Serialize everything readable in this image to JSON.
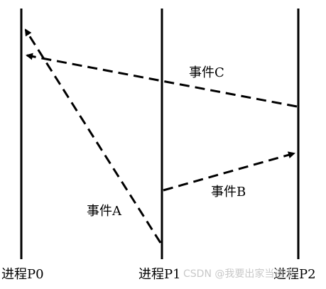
{
  "diagram": {
    "processes": [
      {
        "label": "进程P0"
      },
      {
        "label": "进程P1"
      },
      {
        "label": "进程P2"
      }
    ],
    "events": [
      {
        "label": "事件A",
        "from": "进程P1",
        "to": "进程P0"
      },
      {
        "label": "事件B",
        "from": "进程P1",
        "to": "进程P2"
      },
      {
        "label": "事件C",
        "from": "进程P2",
        "to": "进程P0"
      }
    ],
    "colors": {
      "line": "#000000",
      "background": "#ffffff",
      "watermark": "#c8c8c8"
    }
  },
  "watermark": {
    "text": "CSDN @我要出家当道士"
  }
}
